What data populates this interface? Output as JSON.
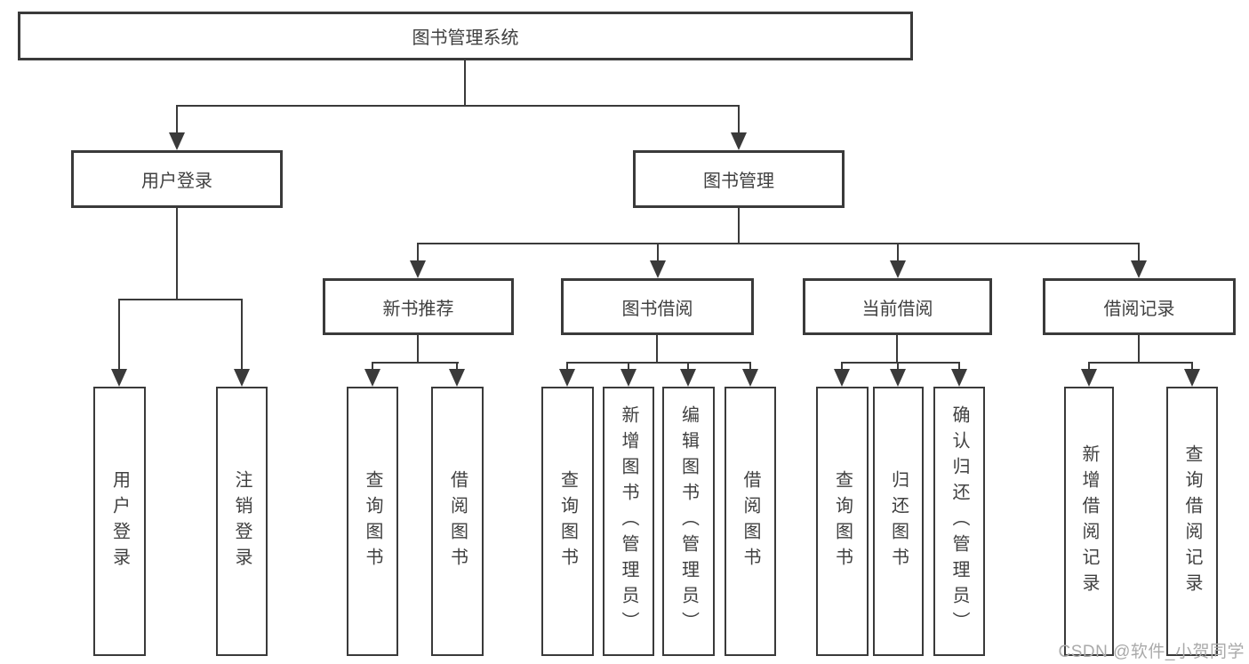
{
  "tree": {
    "label": "图书管理系统",
    "children": [
      {
        "label": "用户登录",
        "children": [
          {
            "label": "用户登录"
          },
          {
            "label": "注销登录"
          }
        ]
      },
      {
        "label": "图书管理",
        "children": [
          {
            "label": "新书推荐",
            "children": [
              {
                "label": "查询图书"
              },
              {
                "label": "借阅图书"
              }
            ]
          },
          {
            "label": "图书借阅",
            "children": [
              {
                "label": "查询图书"
              },
              {
                "label": "新增图书（管理员）"
              },
              {
                "label": "编辑图书（管理员）"
              },
              {
                "label": "借阅图书"
              }
            ]
          },
          {
            "label": "当前借阅",
            "children": [
              {
                "label": "查询图书"
              },
              {
                "label": "归还图书"
              },
              {
                "label": "确认归还（管理员）"
              }
            ]
          },
          {
            "label": "借阅记录",
            "children": [
              {
                "label": "新增借阅记录"
              },
              {
                "label": "查询借阅记录"
              }
            ]
          }
        ]
      }
    ]
  },
  "watermark": "CSDN @软件_小贺同学",
  "colors": {
    "line": "#3a3a3a",
    "box_border": "#3a3a3a",
    "text": "#404040",
    "background": "#ffffff",
    "watermark": "#aaaaaa"
  }
}
